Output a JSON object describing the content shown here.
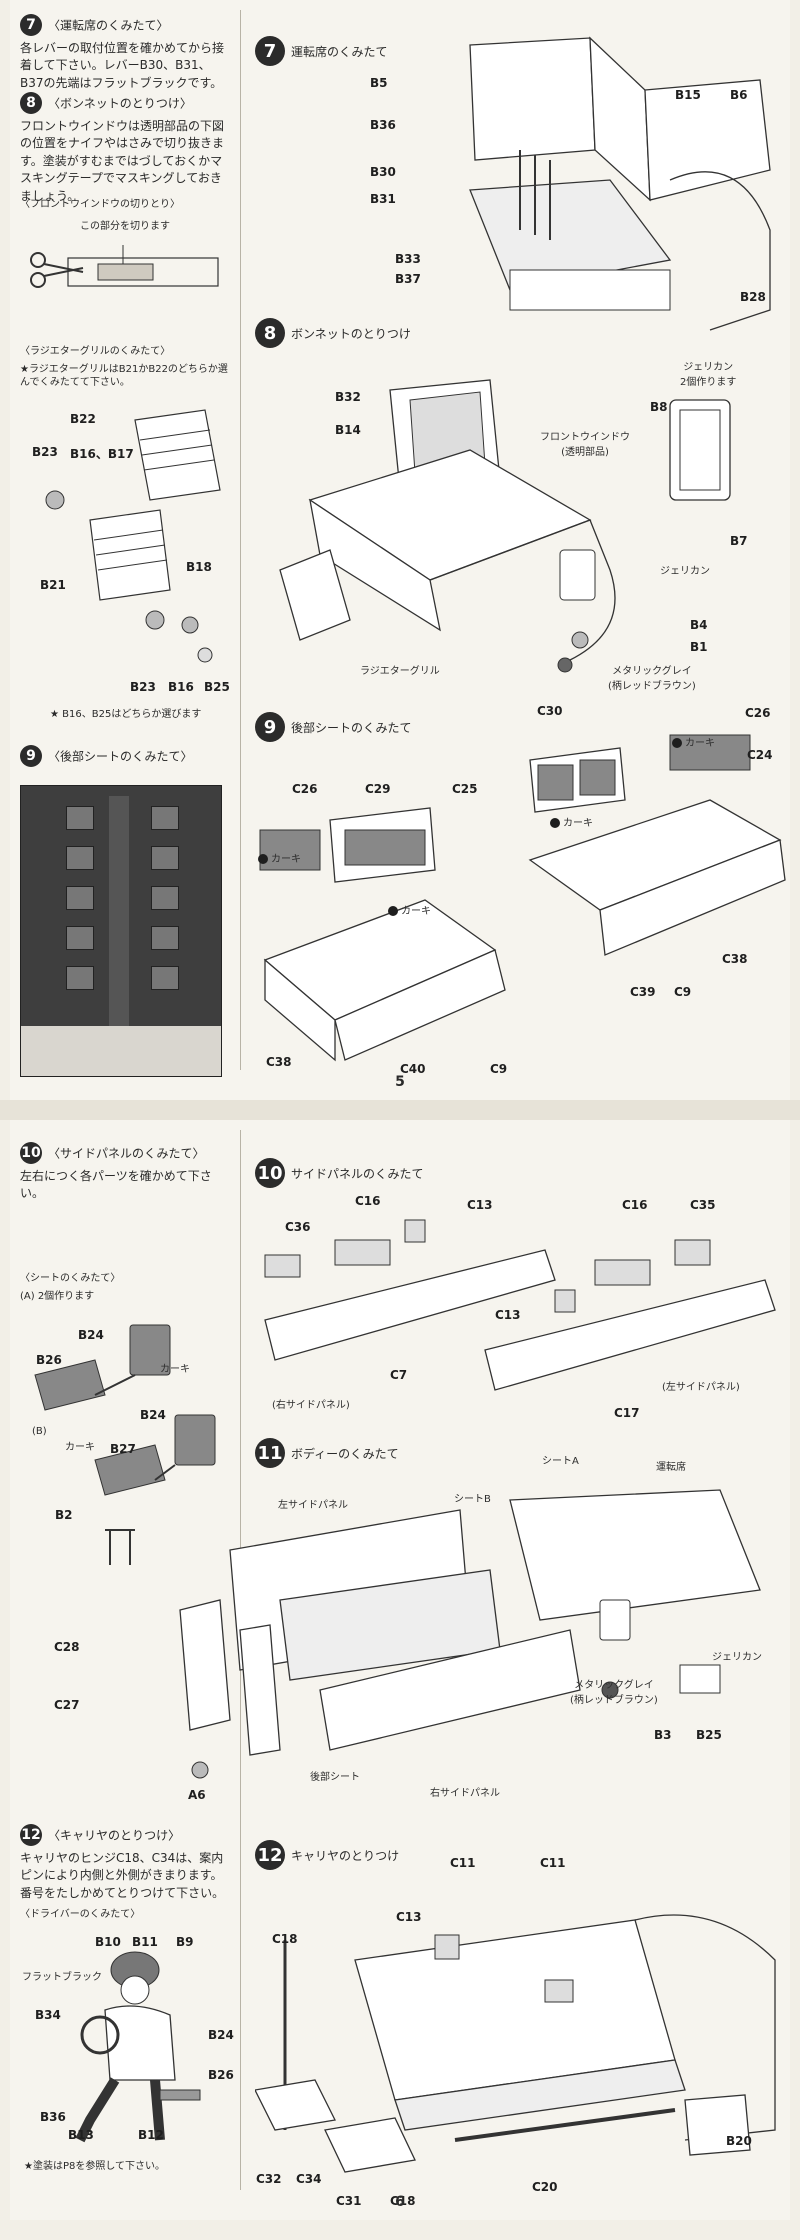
{
  "page1": {
    "page_number": "5",
    "left": {
      "step7": {
        "num": "7",
        "title": "〈運転席のくみたて〉",
        "body": "各レバーの取付位置を確かめてから接着して下さい。レバーB30、B31、B37の先端はフラットブラックです。"
      },
      "step8": {
        "num": "8",
        "title": "〈ボンネットのとりつけ〉",
        "body": "フロントウインドウは透明部品の下図の位置をナイフやはさみで切り抜きます。塗装がすむまではづしておくかマスキングテープでマスキングしておきましょう。"
      },
      "front_window": {
        "title": "〈フロントウインドウの切りとり〉",
        "note": "この部分を切ります"
      },
      "radiator": {
        "title": "〈ラジエターグリルのくみたて〉",
        "body": "★ラジエターグリルはB21かB22のどちらか選んでくみたてて下さい。",
        "footnote": "★ B16、B25はどちらか選びます"
      },
      "step9": {
        "num": "9",
        "title": "〈後部シートのくみたて〉"
      }
    },
    "labels_left": [
      "B22",
      "B23",
      "B16、B17",
      "B21",
      "B18",
      "B23",
      "B16",
      "B25"
    ],
    "step7": {
      "num": "7",
      "title": "運転席のくみたて",
      "labels": [
        "B5",
        "B15",
        "B6",
        "B36",
        "B30",
        "B31",
        "B33",
        "B37",
        "B28"
      ]
    },
    "step8": {
      "num": "8",
      "title": "ボンネットのとりつけ",
      "labels": [
        "B32",
        "B14",
        "B8",
        "B7",
        "B4",
        "B1"
      ],
      "notes": {
        "jerrycan": "ジェリカン\n2個作ります",
        "front_window": "フロントウインドウ\n(透明部品)",
        "jerrycan2": "ジェリカン",
        "radiator": "ラジエターグリル",
        "metallic": "メタリックグレイ\n(柄レッドブラウン)"
      }
    },
    "step9": {
      "num": "9",
      "title": "後部シートのくみたて",
      "labels": [
        "C26",
        "C29",
        "C25",
        "C38",
        "C40",
        "C9",
        "C30",
        "C26",
        "C24",
        "C38",
        "C39",
        "C9"
      ],
      "khaki": "カーキ"
    }
  },
  "page2": {
    "page_number": "6",
    "left": {
      "step10": {
        "num": "10",
        "title": "〈サイドパネルのくみたて〉",
        "body": "左右につく各パーツを確かめて下さい。"
      },
      "seat": {
        "title": "〈シートのくみたて〉",
        "sub_a": "(A) 2個作ります",
        "sub_b": "(B)"
      },
      "seat_labels": [
        "B24",
        "B26",
        "カーキ",
        "B24",
        "カーキ",
        "B27",
        "B2"
      ],
      "step12": {
        "num": "12",
        "title": "〈キャリヤのとりつけ〉",
        "body": "キャリヤのヒンジC18、C34は、案内ピンにより内側と外側がきまります。番号をたしかめてとりつけて下さい。"
      },
      "driver": {
        "title": "〈ドライバーのくみたて〉",
        "flat_black": "フラットブラック",
        "footnote": "★塗装はP8を参照して下さい。"
      },
      "driver_labels": [
        "B10",
        "B11",
        "B9",
        "B34",
        "B24",
        "B26",
        "B36",
        "B13",
        "B12"
      ]
    },
    "step10": {
      "num": "10",
      "title": "サイドパネルのくみたて",
      "labels": [
        "C16",
        "C13",
        "C36",
        "C7",
        "C16",
        "C35",
        "C13",
        "C17"
      ],
      "right_panel": "(右サイドパネル)",
      "left_panel": "(左サイドパネル)"
    },
    "step11": {
      "num": "11",
      "title": "ボディーのくみたて",
      "labels": [
        "C28",
        "C27",
        "A6",
        "B3",
        "B25"
      ],
      "notes": {
        "left_side": "左サイドパネル",
        "seat_b": "シートB",
        "seat_a": "シートA",
        "driver_seat": "運転席",
        "jerrycan": "ジェリカン",
        "metallic": "メタリックグレイ\n(柄レッドブラウン)",
        "rear_seat": "後部シート",
        "right_side": "右サイドパネル"
      }
    },
    "step12": {
      "num": "12",
      "title": "キャリヤのとりつけ",
      "labels": [
        "C11",
        "C11",
        "C13",
        "C18",
        "C32",
        "C34",
        "C31",
        "C18",
        "C20",
        "B20"
      ]
    }
  }
}
